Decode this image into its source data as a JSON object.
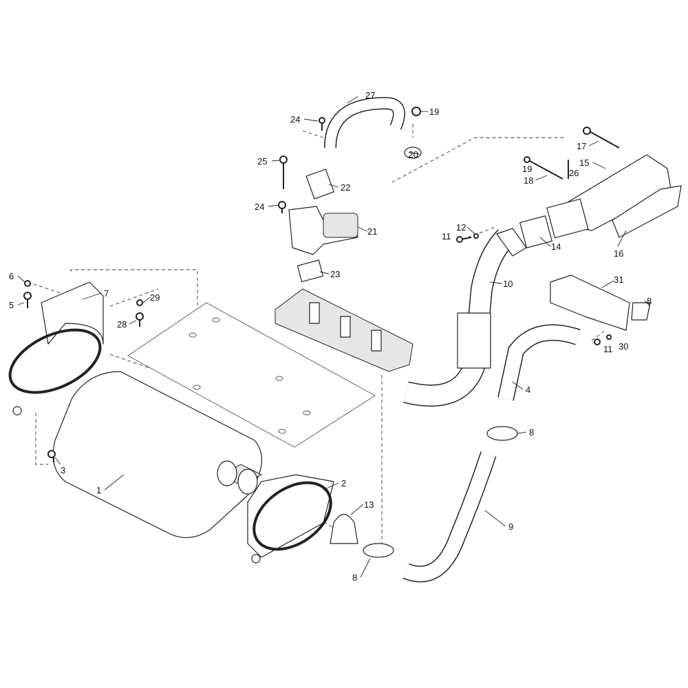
{
  "diagram": {
    "type": "exploded-parts-diagram",
    "callouts": [
      {
        "id": "c27",
        "label": "27"
      },
      {
        "id": "c24a",
        "label": "24"
      },
      {
        "id": "c19a",
        "label": "19"
      },
      {
        "id": "c20",
        "label": "20"
      },
      {
        "id": "c25",
        "label": "25"
      },
      {
        "id": "c22",
        "label": "22"
      },
      {
        "id": "c24b",
        "label": "24"
      },
      {
        "id": "c21",
        "label": "21"
      },
      {
        "id": "c23",
        "label": "23"
      },
      {
        "id": "c17",
        "label": "17"
      },
      {
        "id": "c19b",
        "label": "19"
      },
      {
        "id": "c18",
        "label": "18"
      },
      {
        "id": "c15",
        "label": "15"
      },
      {
        "id": "c26",
        "label": "26"
      },
      {
        "id": "c11a",
        "label": "11"
      },
      {
        "id": "c12",
        "label": "12"
      },
      {
        "id": "c14",
        "label": "14"
      },
      {
        "id": "c16",
        "label": "16"
      },
      {
        "id": "c10",
        "label": "10"
      },
      {
        "id": "c31",
        "label": "31"
      },
      {
        "id": "c8a",
        "label": "8"
      },
      {
        "id": "c30",
        "label": "30"
      },
      {
        "id": "c11b",
        "label": "11"
      },
      {
        "id": "c4",
        "label": "4"
      },
      {
        "id": "c8b",
        "label": "8"
      },
      {
        "id": "c9",
        "label": "9"
      },
      {
        "id": "c13",
        "label": "13"
      },
      {
        "id": "c2",
        "label": "2"
      },
      {
        "id": "c8c",
        "label": "8"
      },
      {
        "id": "c1",
        "label": "1"
      },
      {
        "id": "c3",
        "label": "3"
      },
      {
        "id": "c6",
        "label": "6"
      },
      {
        "id": "c5",
        "label": "5"
      },
      {
        "id": "c7",
        "label": "7"
      },
      {
        "id": "c29",
        "label": "29"
      },
      {
        "id": "c28",
        "label": "28"
      }
    ]
  }
}
